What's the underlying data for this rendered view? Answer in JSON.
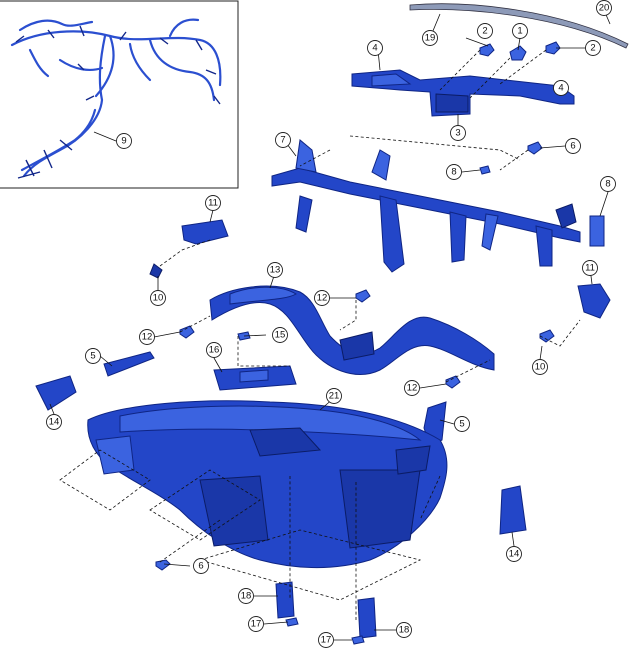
{
  "diagram": {
    "callouts": [
      {
        "id": "c1",
        "label": "1"
      },
      {
        "id": "c2a",
        "label": "2"
      },
      {
        "id": "c2b",
        "label": "2"
      },
      {
        "id": "c3",
        "label": "3"
      },
      {
        "id": "c4a",
        "label": "4"
      },
      {
        "id": "c4b",
        "label": "4"
      },
      {
        "id": "c5a",
        "label": "5"
      },
      {
        "id": "c5b",
        "label": "5"
      },
      {
        "id": "c6a",
        "label": "6"
      },
      {
        "id": "c6b",
        "label": "6"
      },
      {
        "id": "c7",
        "label": "7"
      },
      {
        "id": "c8a",
        "label": "8"
      },
      {
        "id": "c8b",
        "label": "8"
      },
      {
        "id": "c9",
        "label": "9"
      },
      {
        "id": "c10a",
        "label": "10"
      },
      {
        "id": "c10b",
        "label": "10"
      },
      {
        "id": "c11a",
        "label": "11"
      },
      {
        "id": "c11b",
        "label": "11"
      },
      {
        "id": "c12a",
        "label": "12"
      },
      {
        "id": "c12b",
        "label": "12"
      },
      {
        "id": "c12c",
        "label": "12"
      },
      {
        "id": "c13",
        "label": "13"
      },
      {
        "id": "c14a",
        "label": "14"
      },
      {
        "id": "c14b",
        "label": "14"
      },
      {
        "id": "c15",
        "label": "15"
      },
      {
        "id": "c16",
        "label": "16"
      },
      {
        "id": "c17a",
        "label": "17"
      },
      {
        "id": "c17b",
        "label": "17"
      },
      {
        "id": "c18a",
        "label": "18"
      },
      {
        "id": "c18b",
        "label": "18"
      },
      {
        "id": "c19",
        "label": "19"
      },
      {
        "id": "c20",
        "label": "20"
      },
      {
        "id": "c21",
        "label": "21"
      }
    ],
    "colors": {
      "part_fill": "#2346c8",
      "part_light": "#3b63e0",
      "part_dark": "#1a37a8",
      "outline": "#0f2584",
      "callout_stroke": "#222222"
    }
  }
}
